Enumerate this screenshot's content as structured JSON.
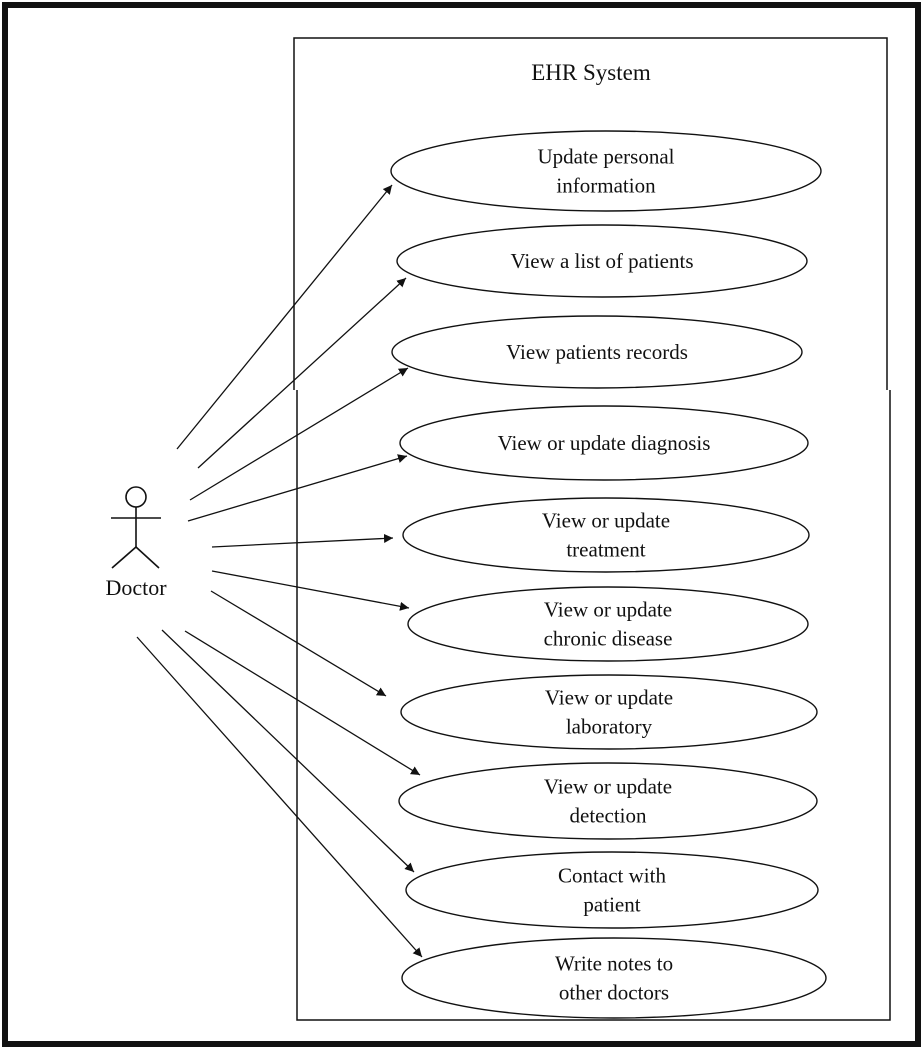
{
  "system": {
    "title": "EHR System"
  },
  "actor": {
    "label": "Doctor",
    "icon": "stick-figure-icon"
  },
  "use_cases": [
    {
      "lines": [
        "Update personal",
        "information"
      ]
    },
    {
      "lines": [
        "View a list of patients"
      ]
    },
    {
      "lines": [
        "View patients records"
      ]
    },
    {
      "lines": [
        "View or update diagnosis"
      ]
    },
    {
      "lines": [
        "View or update",
        "treatment"
      ]
    },
    {
      "lines": [
        "View or update",
        "chronic disease"
      ]
    },
    {
      "lines": [
        "View or update",
        "laboratory"
      ]
    },
    {
      "lines": [
        "View or update",
        "detection"
      ]
    },
    {
      "lines": [
        "Contact with",
        "patient"
      ]
    },
    {
      "lines": [
        "Write notes to",
        "other doctors"
      ]
    }
  ],
  "colors": {
    "stroke": "#111111",
    "background": "#ffffff"
  }
}
